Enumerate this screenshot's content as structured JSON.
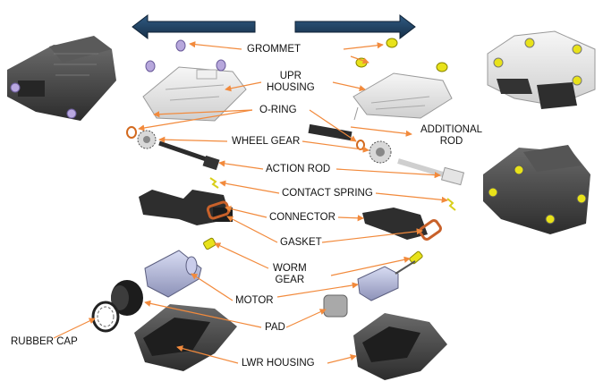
{
  "labels": {
    "grommet": "GROMMET",
    "upr_housing_1": "UPR",
    "upr_housing_2": "HOUSING",
    "o_ring": "O-RING",
    "additional_rod_1": "ADDITIONAL",
    "additional_rod_2": "ROD",
    "wheel_gear": "WHEEL GEAR",
    "action_rod": "ACTION ROD",
    "contact_spring": "CONTACT SPRING",
    "connector": "CONNECTOR",
    "gasket": "GASKET",
    "worm_gear_1": "WORM",
    "worm_gear_2": "GEAR",
    "motor": "MOTOR",
    "pad": "PAD",
    "rubber_cap": "RUBBER CAP",
    "lwr_housing": "LWR HOUSING"
  },
  "colors": {
    "arrow_band": "#1f3f5f",
    "leader_line": "#f28a3c",
    "housing_dark": "#3a3a3a",
    "housing_light": "#e4e4e4",
    "yellow_part": "#e8e21a",
    "lavender_part": "#b7a7dc",
    "o_ring": "#d2691e"
  },
  "icons": {
    "direction_arrow_left": "left-arrow-band",
    "direction_arrow_right": "right-arrow-band"
  }
}
